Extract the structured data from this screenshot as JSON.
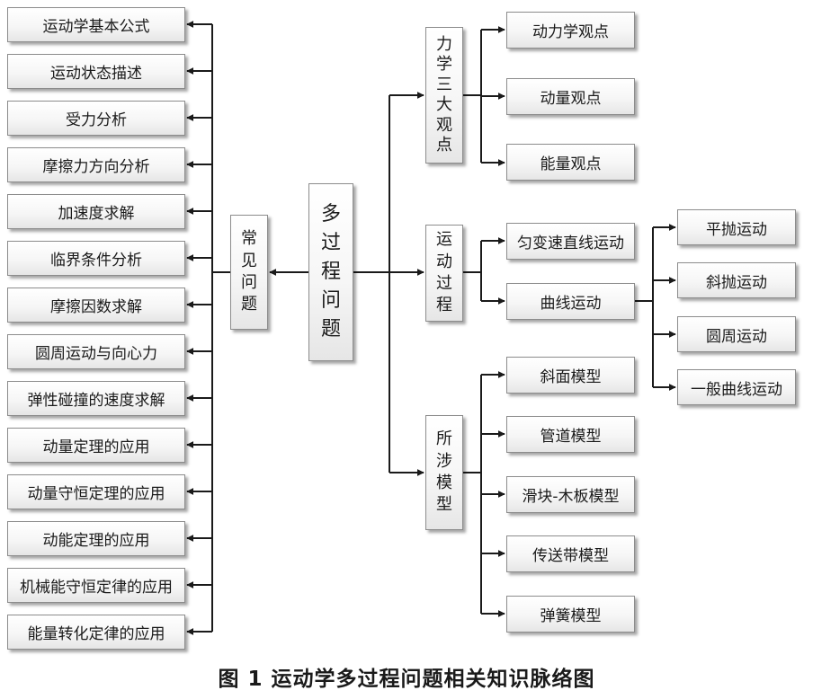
{
  "root": [
    "多",
    "过",
    "程",
    "问",
    "题"
  ],
  "common_problems": {
    "label": [
      "常",
      "见",
      "问",
      "题"
    ],
    "items": [
      "运动学基本公式",
      "运动状态描述",
      "受力分析",
      "摩擦力方向分析",
      "加速度求解",
      "临界条件分析",
      "摩擦因数求解",
      "圆周运动与向心力",
      "弹性碰撞的速度求解",
      "动量定理的应用",
      "动量守恒定理的应用",
      "动能定理的应用",
      "机械能守恒定律的应用",
      "能量转化定律的应用"
    ]
  },
  "three_views": {
    "label": [
      "力",
      "学",
      "三",
      "大",
      "观",
      "点"
    ],
    "items": [
      "动力学观点",
      "动量观点",
      "能量观点"
    ]
  },
  "motion_process": {
    "label": [
      "运",
      "动",
      "过",
      "程"
    ],
    "items": [
      "匀变速直线运动",
      "曲线运动"
    ],
    "curve_items": [
      "平抛运动",
      "斜抛运动",
      "圆周运动",
      "一般曲线运动"
    ]
  },
  "models": {
    "label": [
      "所",
      "涉",
      "模",
      "型"
    ],
    "items": [
      "斜面模型",
      "管道模型",
      "滑块-木板模型",
      "传送带模型",
      "弹簧模型"
    ]
  },
  "caption": "图 1  运动学多过程问题相关知识脉络图",
  "colors": {
    "line": "#1a1a1a",
    "border": "#8c8c8c"
  }
}
